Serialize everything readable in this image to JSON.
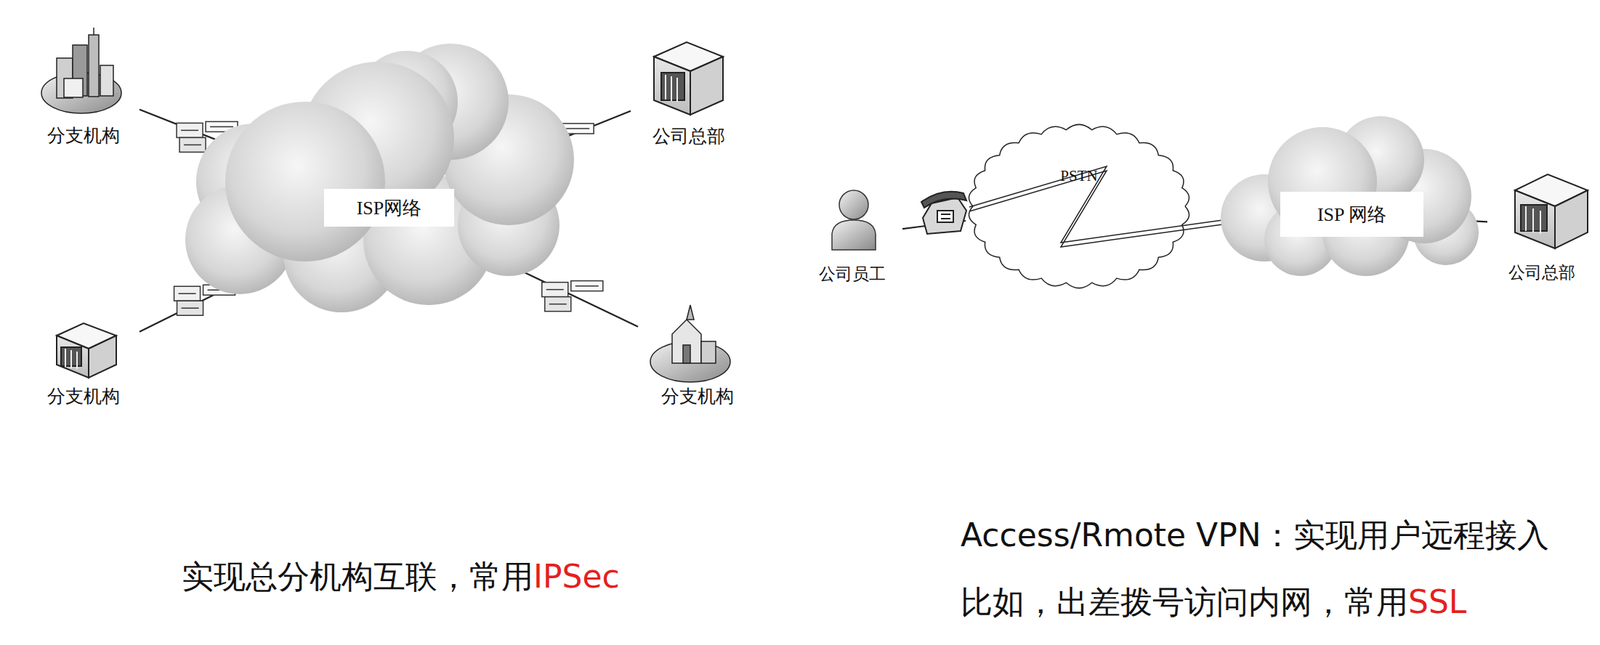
{
  "diagram": {
    "nodes": [
      {
        "text": [
          "ISP网络"
        ]
      },
      {
        "text": [
          "分支机构"
        ]
      },
      {
        "text": [
          "公司总部"
        ]
      },
      {
        "text": [
          "分支机构"
        ]
      },
      {
        "text": [
          "分支机构"
        ]
      },
      {
        "text": [
          "公司员工"
        ]
      },
      {
        "text": [
          "PSTN"
        ]
      },
      {
        "text": [
          "ISP 网络"
        ]
      },
      {
        "text": [
          "公司总部"
        ]
      }
    ],
    "edges": [
      {
        "from": 1,
        "to": 0,
        "arrow": "none"
      },
      {
        "from": 2,
        "to": 0,
        "arrow": "none"
      },
      {
        "from": 3,
        "to": 0,
        "arrow": "none"
      },
      {
        "from": 4,
        "to": 0,
        "arrow": "none"
      },
      {
        "from": 5,
        "to": 6,
        "arrow": "none"
      },
      {
        "from": 6,
        "to": 7,
        "arrow": "none"
      },
      {
        "from": 7,
        "to": 8,
        "arrow": "none"
      }
    ],
    "labels": [
      "实现总分机构互联，常用",
      "IPSec",
      "Access/Rmote VPN：实现用户远程接入",
      "比如，出差拨号访问内网，常用",
      "SSL"
    ]
  }
}
